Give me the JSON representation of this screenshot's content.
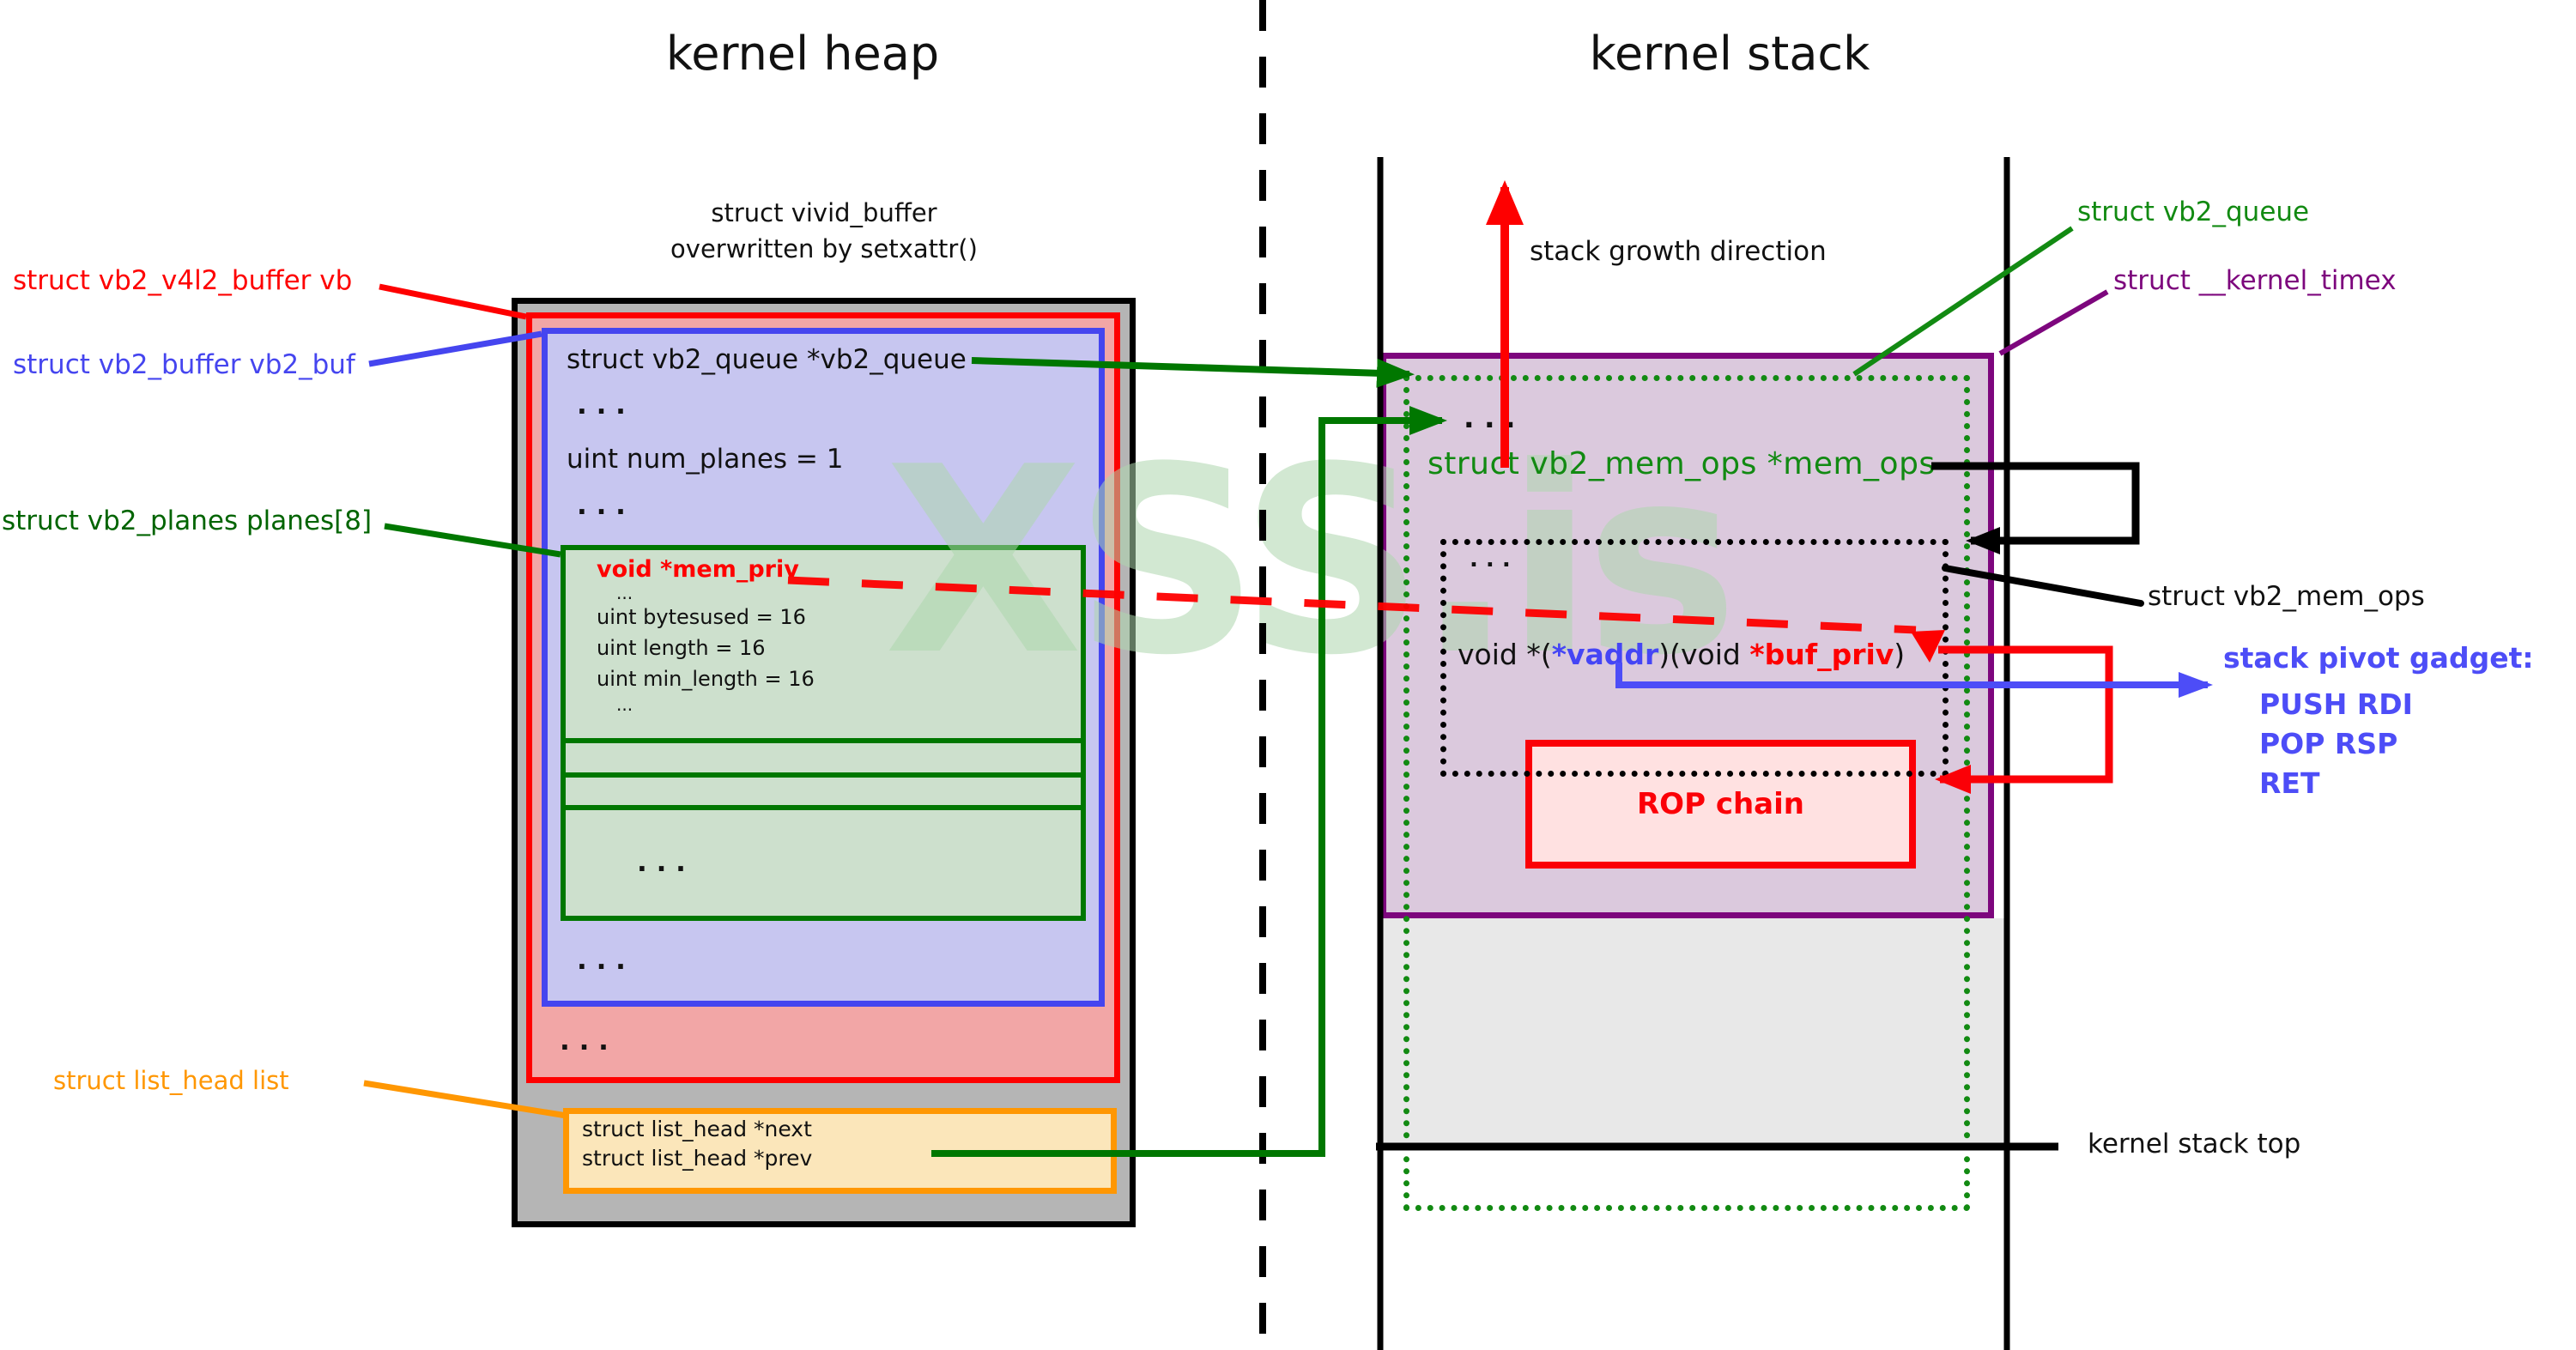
{
  "titles": {
    "left": "kernel heap",
    "right": "kernel stack"
  },
  "watermark": "XSS.is",
  "heap": {
    "caption1": "struct vivid_buffer",
    "caption2": "overwritten by setxattr()",
    "dots": ". . .",
    "labels": {
      "vb": "struct vb2_v4l2_buffer vb",
      "vb2_buf": "struct vb2_buffer vb2_buf",
      "planes": "struct vb2_planes planes[8]",
      "list": "struct list_head list"
    },
    "rows": {
      "vb2_queue": "struct vb2_queue *vb2_queue",
      "num_planes": "uint num_planes = 1"
    },
    "planes": {
      "mem_priv": "void *mem_priv",
      "dots": "...",
      "bytesused": "uint bytesused = 16",
      "length": "uint length = 16",
      "min_length": "uint min_length = 16"
    },
    "list": {
      "next": "struct list_head *next",
      "prev": "struct list_head *prev"
    }
  },
  "stack": {
    "growth": "stack growth direction",
    "labels": {
      "vb2_queue": "struct vb2_queue",
      "kernel_timex": "struct __kernel_timex",
      "mem_ops": "struct vb2_mem_ops",
      "stack_top": "kernel stack top"
    },
    "rows": {
      "dots": ". . .",
      "mem_ops": "struct vb2_mem_ops *mem_ops",
      "inner_dots": ". . .",
      "vaddr_pre": "void *(",
      "vaddr": "*vaddr",
      "vaddr_mid": ")(void ",
      "buf_priv": "*buf_priv",
      "vaddr_post": ")"
    },
    "rop": "ROP chain",
    "pivot": {
      "title": "stack pivot gadget:",
      "lines": [
        "PUSH RDI",
        "POP RSP",
        "RET"
      ]
    }
  },
  "colors": {
    "red": "#fe0000",
    "blue": "#4545ef",
    "green_dark": "#007700",
    "green_stack": "#128a12",
    "purple": "#7d067d",
    "orange": "#ff9702",
    "gray_fill": "#b5b5b5",
    "red_fill": "#f2a6a6",
    "blue_fill": "#c7c6f0",
    "green_fill": "#cde0cd",
    "orange_fill": "#fbe6ba",
    "purple_fill": "#dbc9dd",
    "rop_fill": "#ffe1e1",
    "watermark": "#aed7ae"
  }
}
